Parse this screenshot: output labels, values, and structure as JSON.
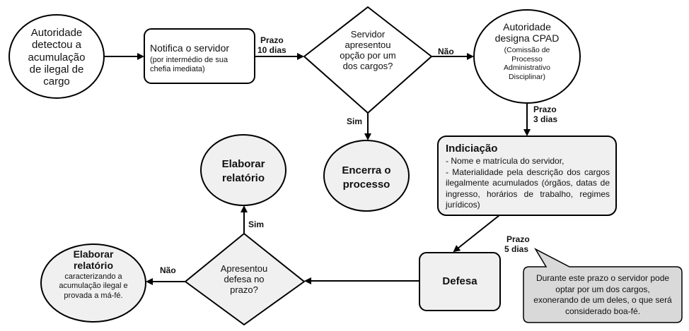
{
  "nodes": {
    "start": {
      "text": "Autoridade detectou a acumulação de ilegal de cargo"
    },
    "notify": {
      "title": "Notifica o servidor",
      "sub": "(por intermédio de sua chefia imediata)"
    },
    "decision1": {
      "text": "Servidor apresentou opção por um dos cargos?"
    },
    "cpad": {
      "title": "Autoridade designa CPAD",
      "sub": "(Comissão de Processo Administrativo Disciplinar)"
    },
    "close": {
      "text": "Encerra o processo"
    },
    "indictment": {
      "title": "Indiciação",
      "line1": "- Nome e matrícula do servidor,",
      "line2": "- Materialidade pela descrição dos cargos ilegalmente acumulados (órgãos, datas de ingresso, horários de trabalho, regimes jurídicos)"
    },
    "report_top": {
      "text": "Elaborar relatório"
    },
    "defense": {
      "text": "Defesa"
    },
    "decision2": {
      "text": "Apresentou defesa no prazo?"
    },
    "report_left": {
      "title": "Elaborar relatório",
      "sub": "caracterizando a acumulação ilegal e provada a má-fé."
    },
    "note": {
      "text": "Durante este prazo o servidor pode optar por um dos cargos, exonerando de um deles, o que será considerado boa-fé."
    }
  },
  "edges": {
    "prazo10": {
      "line1": "Prazo",
      "line2": "10 dias"
    },
    "nao1": "Não",
    "sim1": "Sim",
    "prazo3": {
      "line1": "Prazo",
      "line2": "3 dias"
    },
    "prazo5": {
      "line1": "Prazo",
      "line2": "5 dias"
    },
    "sim2": "Sim",
    "nao2": "Não"
  },
  "colors": {
    "node_fill": "#f0f0f0",
    "note_fill": "#d9d9d9",
    "stroke": "#000000",
    "white": "#ffffff"
  }
}
